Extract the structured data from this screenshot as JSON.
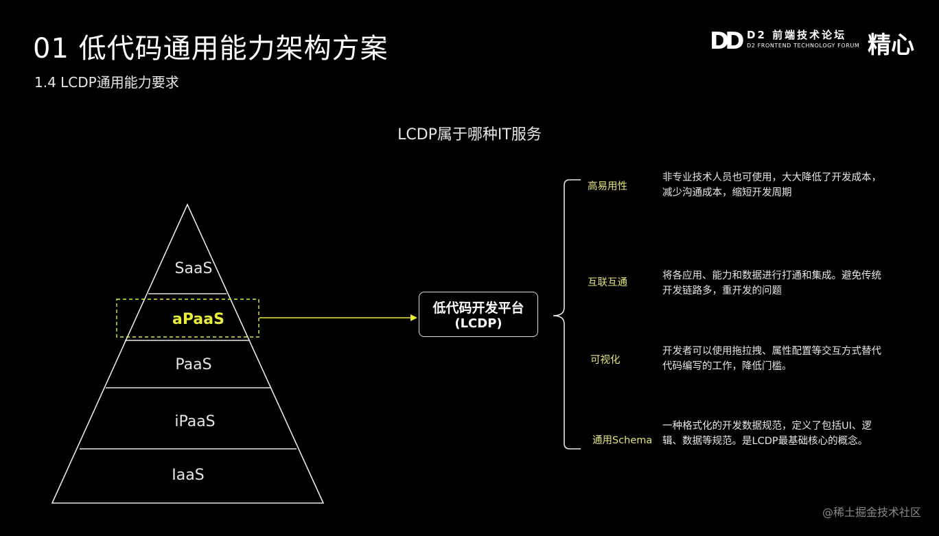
{
  "header": {
    "title": "01 低代码通用能力架构方案",
    "subtitle": "1.4 LCDP通用能力要求"
  },
  "logo": {
    "mark": "DD",
    "forum_cn": "D2 前端技术论坛",
    "forum_en": "D2 FRONTEND TECHNOLOGY FORUM",
    "brand": "精心"
  },
  "diagram": {
    "heading": "LCDP属于哪种IT服务",
    "pyramid": {
      "layers": [
        "SaaS",
        "aPaaS",
        "PaaS",
        "iPaaS",
        "IaaS"
      ],
      "highlight": "aPaaS",
      "highlight_color": "#e8ee3a"
    },
    "platform": {
      "line1": "低代码开发平台",
      "line2": "(LCDP)"
    },
    "features": [
      {
        "name": "高易用性",
        "desc": "非专业技术人员也可使用，大大降低了开发成本，减少沟通成本，缩短开发周期"
      },
      {
        "name": "互联互通",
        "desc": "将各应用、能力和数据进行打通和集成。避免传统开发链路多，重开发的问题"
      },
      {
        "name": "可视化",
        "desc": "开发者可以使用拖拉拽、属性配置等交互方式替代代码编写的工作，降低门槛。"
      },
      {
        "name": "通用Schema",
        "desc": "一种格式化的开发数据规范，定义了包括UI、逻辑、数据等规范。是LCDP最基础核心的概念。"
      }
    ]
  },
  "footer": {
    "watermark": "@稀土掘金技术社区"
  }
}
